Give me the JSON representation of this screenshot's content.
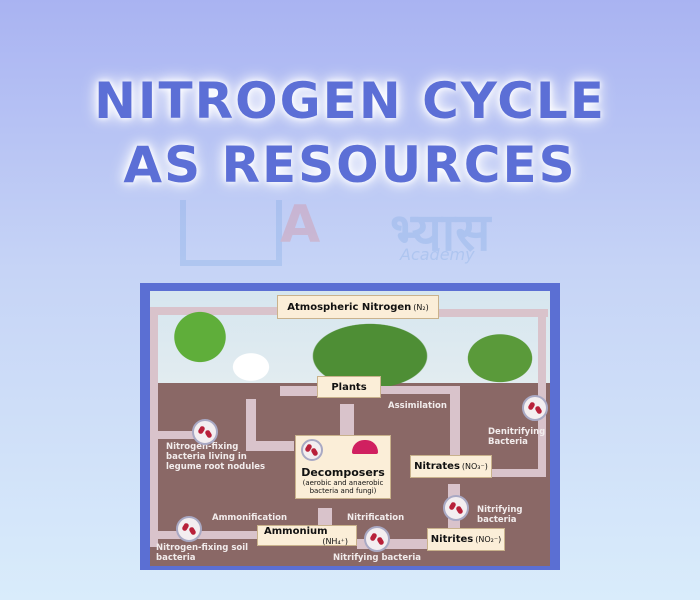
{
  "title": {
    "line1": "NITROGEN CYCLE",
    "line2": "AS RESOURCES"
  },
  "watermark": {
    "text": "Abhyas",
    "hindi": "भ्यास",
    "sub": "Academy"
  },
  "diagram": {
    "atmospheric": "Atmospheric Nitrogen",
    "atmospheric_formula": "(N₂)",
    "plants": "Plants",
    "assimilation": "Assimilation",
    "decomposers": "Decomposers",
    "decomposers_sub": "(aerobic and anaerobic bacteria and fungi)",
    "nitrates": "Nitrates",
    "nitrates_formula": "(NO₃⁻)",
    "ammonium": "Ammonium",
    "ammonium_formula": "(NH₄⁺)",
    "nitrites": "Nitrites",
    "nitrites_formula": "(NO₂⁻)",
    "ammonification": "Ammonification",
    "nitrification": "Nitrification",
    "nitrifying_bacteria_bottom": "Nitrifying bacteria",
    "nitrifying_bacteria_right": "Nitrifying bacteria",
    "denitrifying": "Denitrifying Bacteria",
    "legume": "Nitrogen-fixing bacteria living in legume root nodules",
    "soil_bacteria": "Nitrogen-fixing soil bacteria"
  }
}
